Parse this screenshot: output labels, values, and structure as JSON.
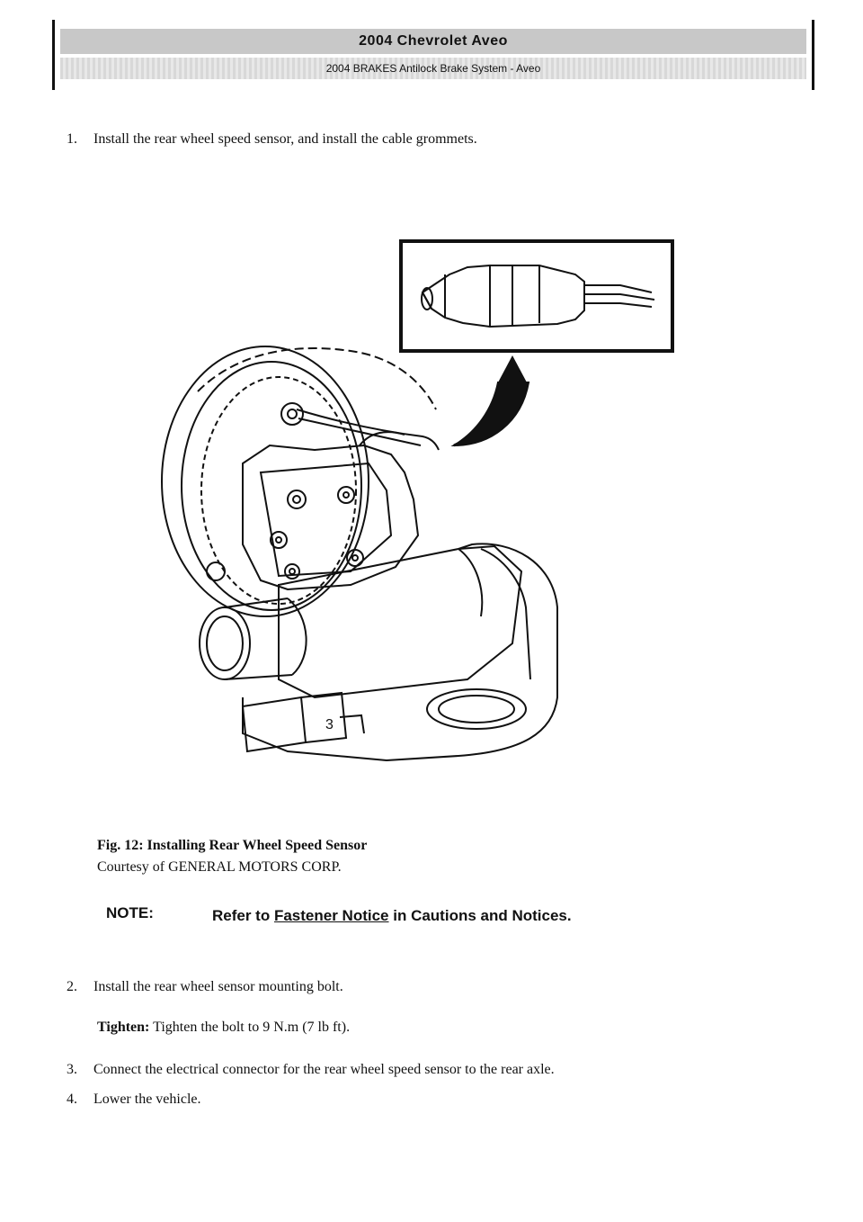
{
  "header": {
    "title": "2004 Chevrolet Aveo",
    "subtitle": "2004 BRAKES Antilock Brake System - Aveo"
  },
  "steps": [
    {
      "num": "1.",
      "text": "Install the rear wheel speed sensor, and install the cable grommets."
    },
    {
      "num": "2.",
      "text": "Install the rear wheel sensor mounting bolt."
    },
    {
      "num": "3.",
      "text": "Connect the electrical connector for the rear wheel speed sensor to the rear axle."
    },
    {
      "num": "4.",
      "text": "Lower the vehicle."
    }
  ],
  "figure": {
    "caption_title": "Fig. 12: Installing Rear Wheel Speed Sensor",
    "caption_courtesy": "Courtesy of GENERAL MOTORS CORP.",
    "callout": "3"
  },
  "note": {
    "label": "NOTE:",
    "text_before": "Refer to ",
    "link": "Fastener Notice",
    "text_after": " in Cautions and Notices."
  },
  "tighten": {
    "label": "Tighten:",
    "text": "Tighten the bolt to 9 N.m (7 lb ft)."
  }
}
